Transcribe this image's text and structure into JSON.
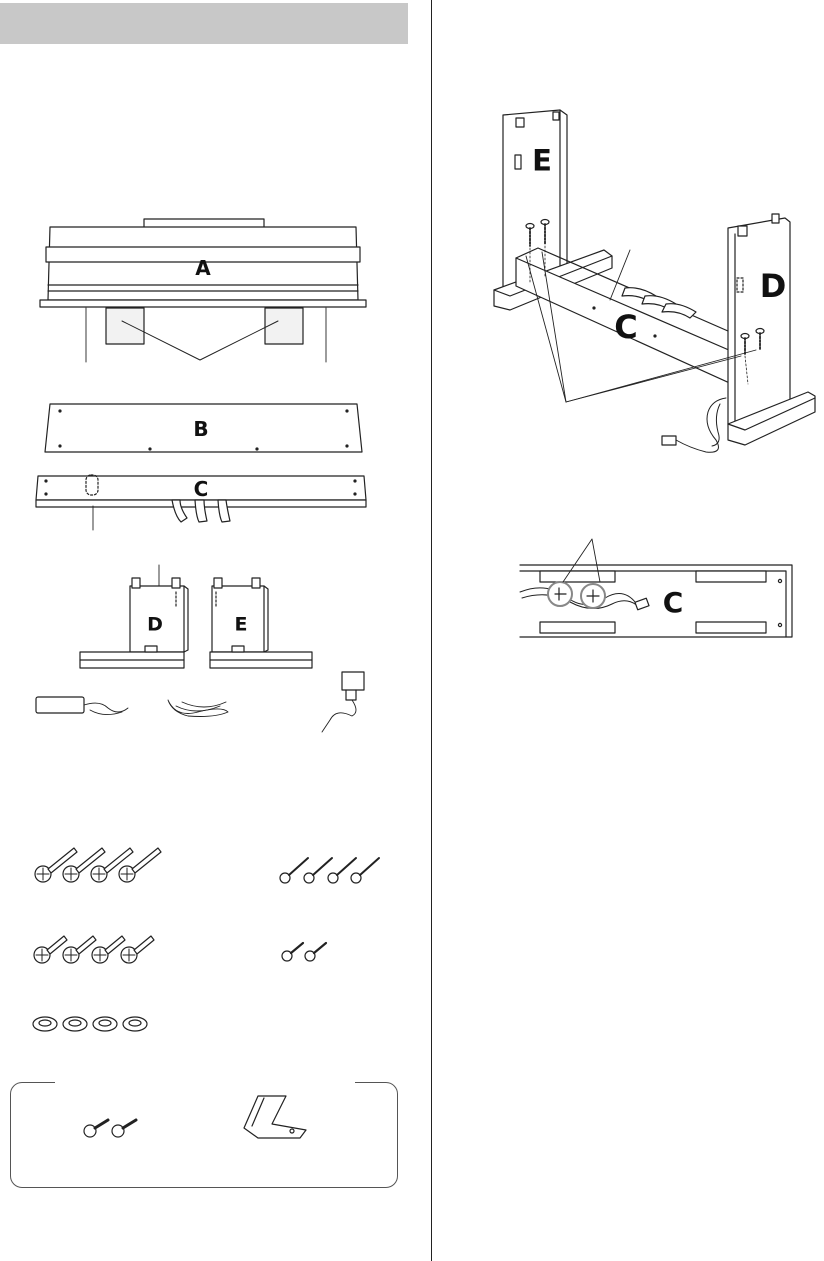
{
  "parts": {
    "A": "A",
    "B": "B",
    "C": "C",
    "D": "D",
    "E": "E"
  },
  "assembly": {
    "E": "E",
    "D": "D",
    "C": "C"
  },
  "detail": {
    "C": "C"
  },
  "colors": {
    "header_bar": "#c8c8c8",
    "line": "#222222"
  },
  "icons": [
    "piano-main-unit",
    "back-panel",
    "pedal-box",
    "side-panels",
    "ac-adaptor",
    "cord-coil",
    "power-adaptor",
    "long-screws",
    "medium-screws",
    "washers",
    "thin-screws",
    "short-screws",
    "headphone-hanger"
  ]
}
